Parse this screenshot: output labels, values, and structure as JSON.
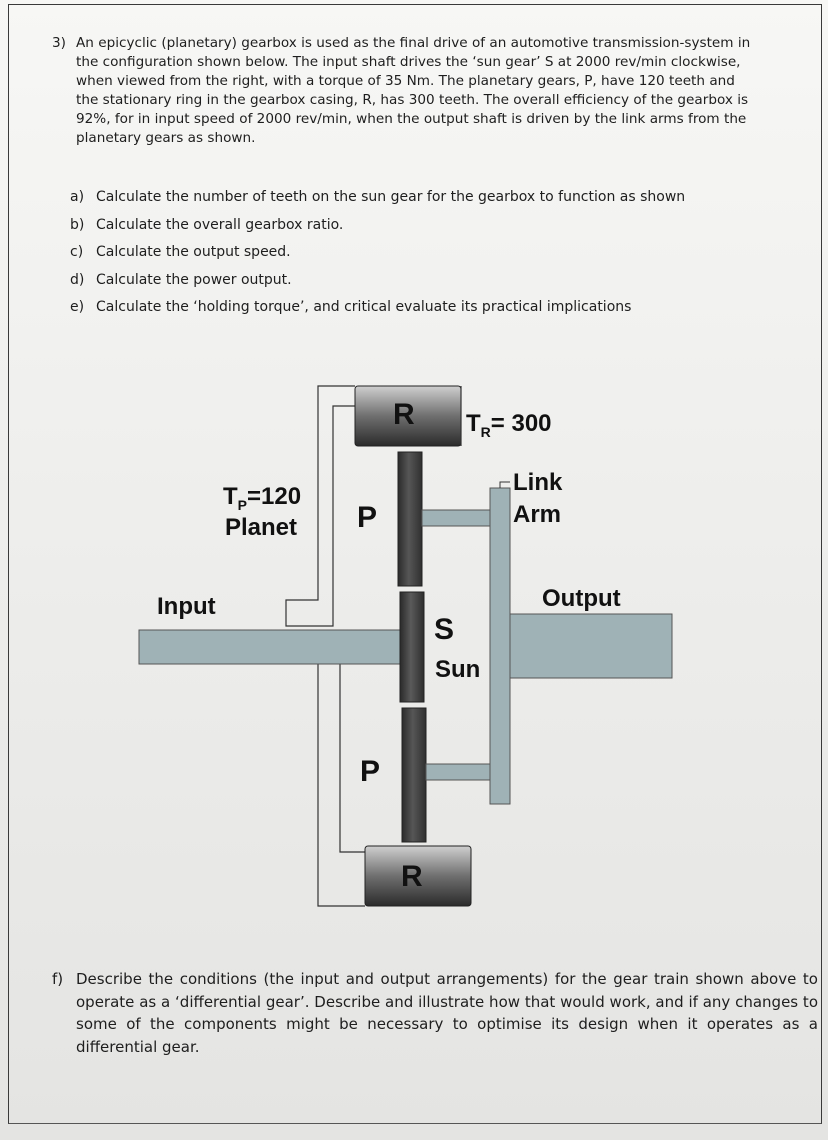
{
  "question": {
    "number": "3)",
    "text": "An epicyclic (planetary) gearbox is used as the final drive of an automotive transmission-system in the configuration shown below. The input shaft drives the ‘sun gear’ S at 2000 rev/min clockwise, when viewed from the right, with a torque of 35 Nm. The planetary gears, P, have 120 teeth and the stationary ring in the gearbox casing, R, has 300 teeth. The overall efficiency of the gearbox is 92%, for in input speed of 2000 rev/min, when the output shaft is driven by the link arms from the planetary gears as shown."
  },
  "parts": [
    {
      "letter": "a)",
      "text": "Calculate the number of teeth on the sun gear for the gearbox to function as shown"
    },
    {
      "letter": "b)",
      "text": "Calculate the overall gearbox ratio."
    },
    {
      "letter": "c)",
      "text": "Calculate the output speed."
    },
    {
      "letter": "d)",
      "text": "Calculate the power output."
    },
    {
      "letter": "e)",
      "text": "Calculate the ‘holding torque’, and critical evaluate its practical implications"
    }
  ],
  "diagram": {
    "ring_top": "R",
    "ring_bottom": "R",
    "ring_teeth": "T",
    "ring_teeth_sub": "R",
    "ring_teeth_val": "= 300",
    "planet_teeth": "T",
    "planet_teeth_sub": "P",
    "planet_teeth_val": "=120",
    "planet_name": "Planet",
    "planet_top": "P",
    "planet_bottom": "P",
    "link_line1": "Link",
    "link_line2": "Arm",
    "input": "Input",
    "output": "Output",
    "sun_letter": "S",
    "sun_name": "Sun"
  },
  "partf": {
    "letter": "f)",
    "text": "Describe the conditions (the input and output arrangements) for the gear train shown above to operate as a ‘differential gear’. Describe and illustrate how that would work, and if any changes to some of the components might be necessary to optimise its design when it operates as a differential gear."
  },
  "colors": {
    "shaft": "#9fb2b6",
    "gear_dark": "#2f2f2f",
    "gear_light": "#bfbfbf"
  }
}
